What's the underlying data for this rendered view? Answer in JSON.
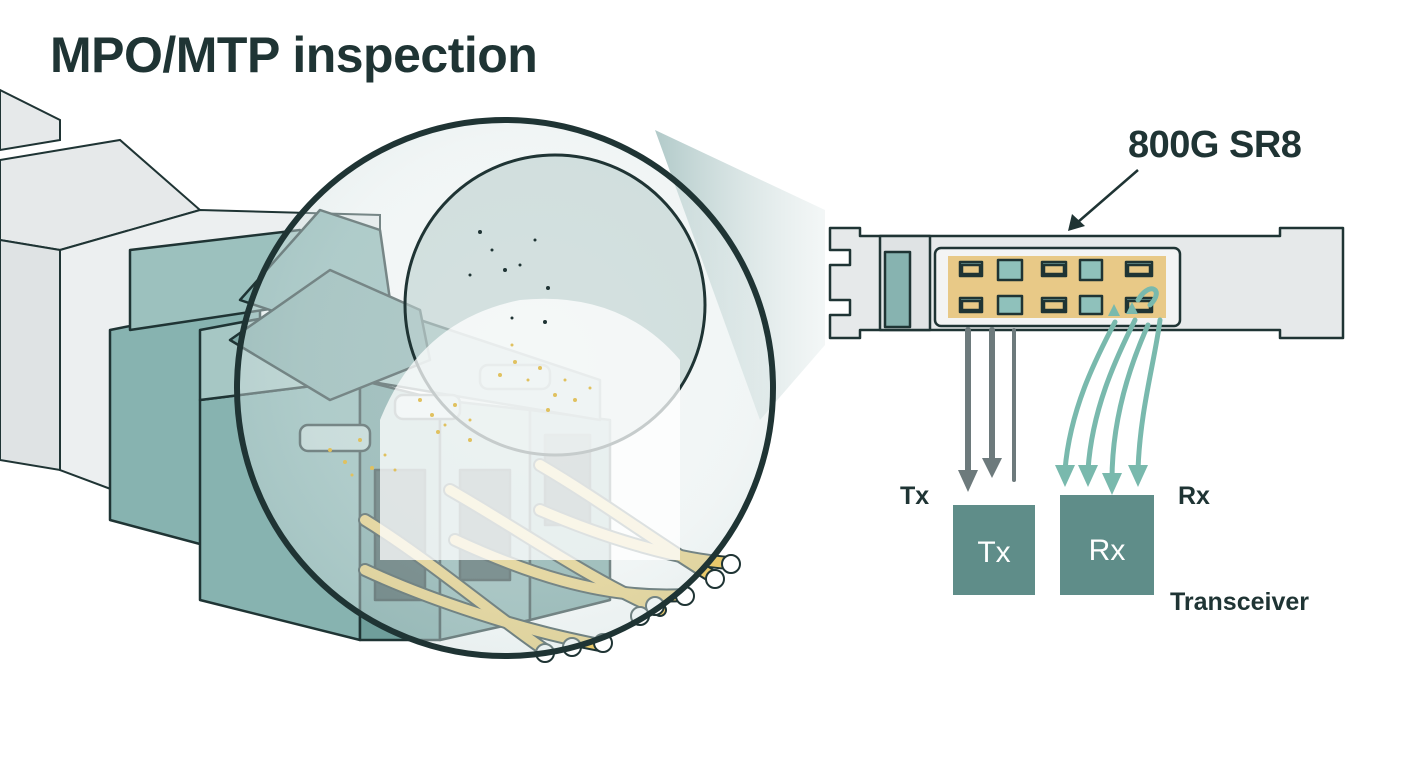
{
  "title": "MPO/MTP inspection",
  "model_label": "800G SR8",
  "tx_side_label": "Tx",
  "rx_side_label": "Rx",
  "tx_box_label": "Tx",
  "rx_box_label": "Rx",
  "transceiver_label": "Transceiver",
  "colors": {
    "teal": "#87b3b0",
    "teal_dark": "#5f8f8b",
    "box_fill": "#5f8d89",
    "outline": "#1f3434",
    "fiber": "#e9c96b",
    "pcb": "#e8c987",
    "chip": "#8fc1bb",
    "body_grey": "#e6e9ea",
    "tx_arrow": "#6d7a7c",
    "rx_arrow": "#79b9ad"
  }
}
